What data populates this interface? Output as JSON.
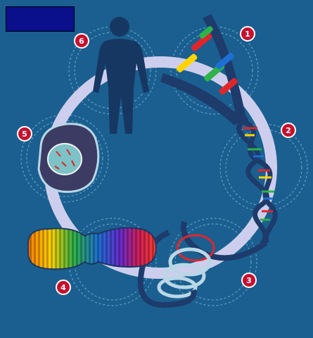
{
  "diagram": {
    "title_text": "",
    "steps": [
      {
        "number": "1",
        "subject": "dna-base-pairs"
      },
      {
        "number": "2",
        "subject": "double-helix"
      },
      {
        "number": "3",
        "subject": "coiled-dna"
      },
      {
        "number": "4",
        "subject": "chromosome"
      },
      {
        "number": "5",
        "subject": "cell-nucleus"
      },
      {
        "number": "6",
        "subject": "human-body"
      }
    ]
  },
  "colors": {
    "background": "#1a5f8f",
    "title_box": "#0a0f8c",
    "ring": "#d7d4f2",
    "dna_backbone": "#1d3b6b",
    "badge": "#c8102e",
    "silhouette": "#173763",
    "cell": "#3b3b63",
    "nucleus": "#7cc2c6"
  },
  "icons": [
    "human-silhouette-icon",
    "dna-ladder-icon",
    "double-helix-icon",
    "coiled-dna-icon",
    "chromosome-icon",
    "cell-icon"
  ]
}
